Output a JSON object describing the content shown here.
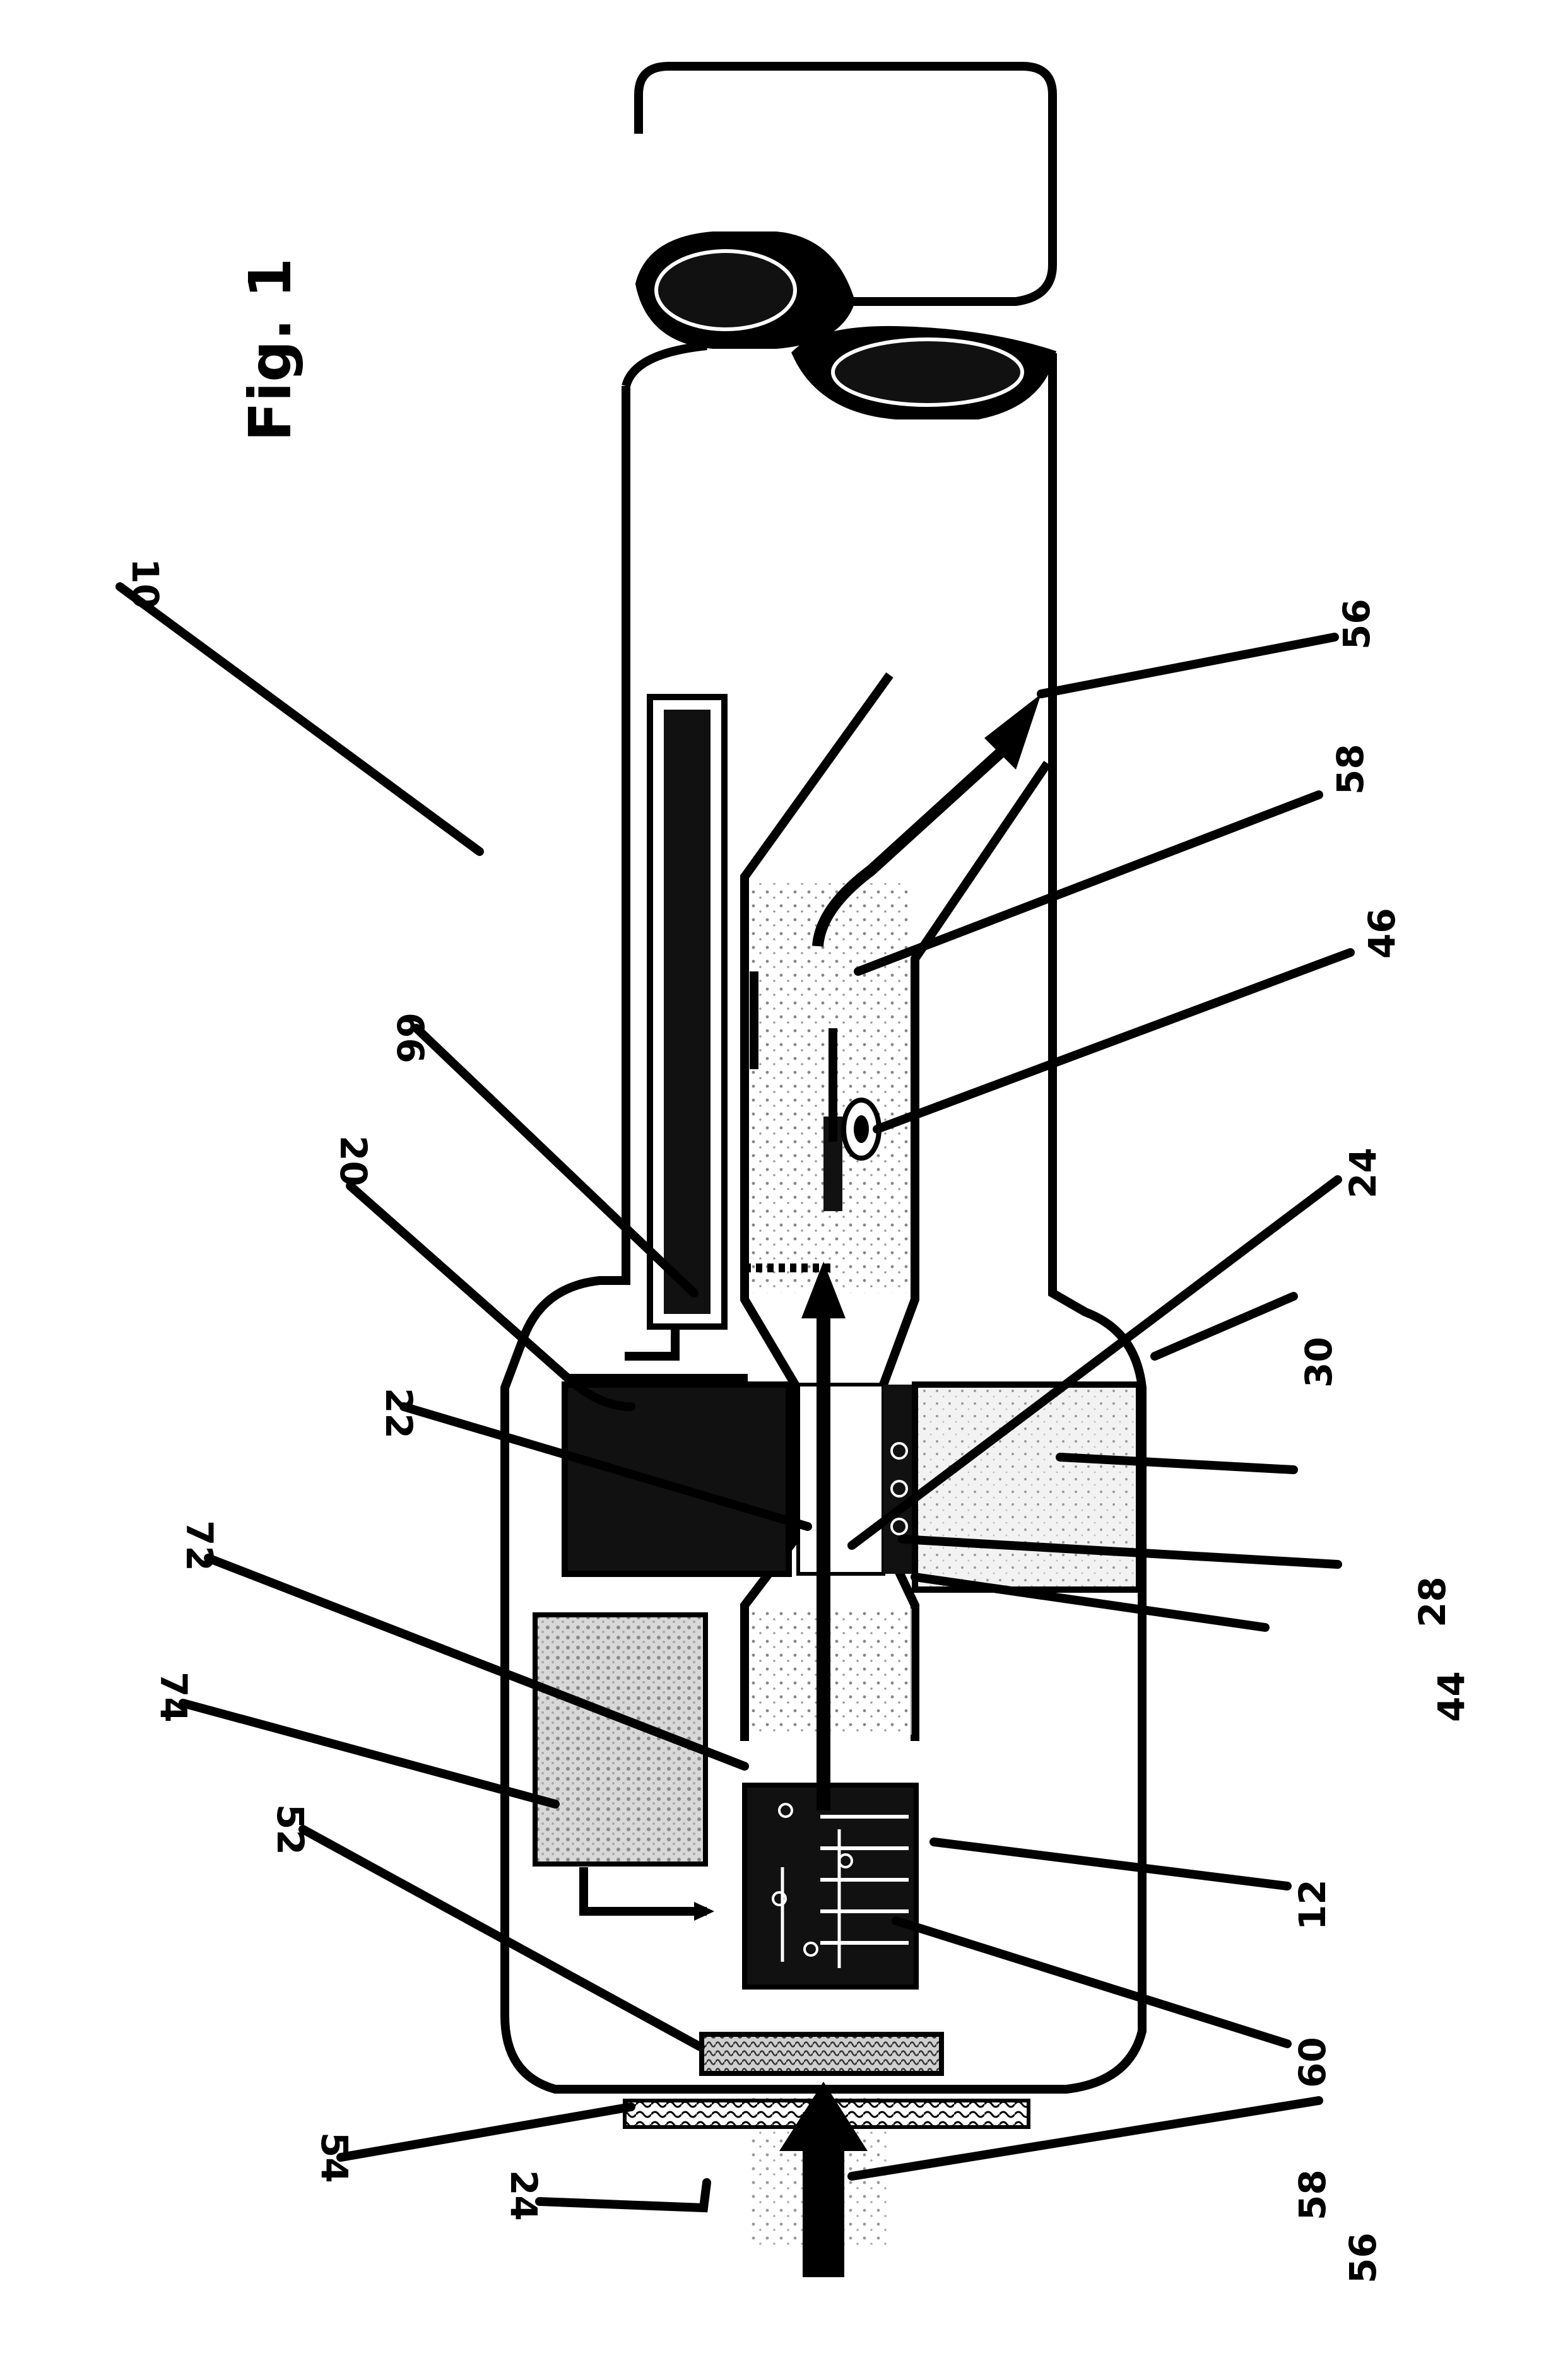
{
  "figure": {
    "title": "Fig. 1",
    "labels": {
      "l10": "10",
      "l66": "66",
      "l20": "20",
      "l22": "22",
      "l72": "72",
      "l74": "74",
      "l52": "52",
      "l54": "54",
      "l24a": "24",
      "l24b": "24",
      "l56a": "56",
      "l56b": "56",
      "l58a": "58",
      "l58b": "58",
      "l46": "46",
      "l30": "30",
      "l28": "28",
      "l44": "44",
      "l12": "12",
      "l60": "60"
    }
  }
}
